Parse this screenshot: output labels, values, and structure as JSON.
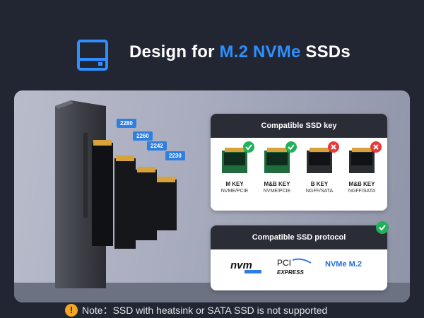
{
  "header": {
    "title_prefix": "Design for ",
    "title_accent": "M.2 NVMe",
    "title_suffix": " SSDs",
    "icon": "ssd-enclosure-icon"
  },
  "product": {
    "size_tags": [
      "2280",
      "2260",
      "2242",
      "2230"
    ]
  },
  "key_card": {
    "title": "Compatible SSD key",
    "items": [
      {
        "label": "M KEY",
        "sub": "NVME/PCIE",
        "status": "supported"
      },
      {
        "label": "M&B KEY",
        "sub": "NVME/PCIE",
        "status": "supported"
      },
      {
        "label": "B KEY",
        "sub": "NGFF/SATA",
        "status": "not-supported"
      },
      {
        "label": "M&B KEY",
        "sub": "NGFF/SATA",
        "status": "not-supported"
      }
    ]
  },
  "protocol_card": {
    "title": "Compatible SSD protocol",
    "logo_text": "NVMe M.2"
  },
  "note": {
    "icon": "!",
    "text": "Note：SSD with heatsink or SATA SSD is not supported"
  },
  "colors": {
    "background": "#222632",
    "accent": "#2f8fff",
    "ok": "#20b25a",
    "error": "#e53b3b",
    "warning": "#f5a623"
  }
}
